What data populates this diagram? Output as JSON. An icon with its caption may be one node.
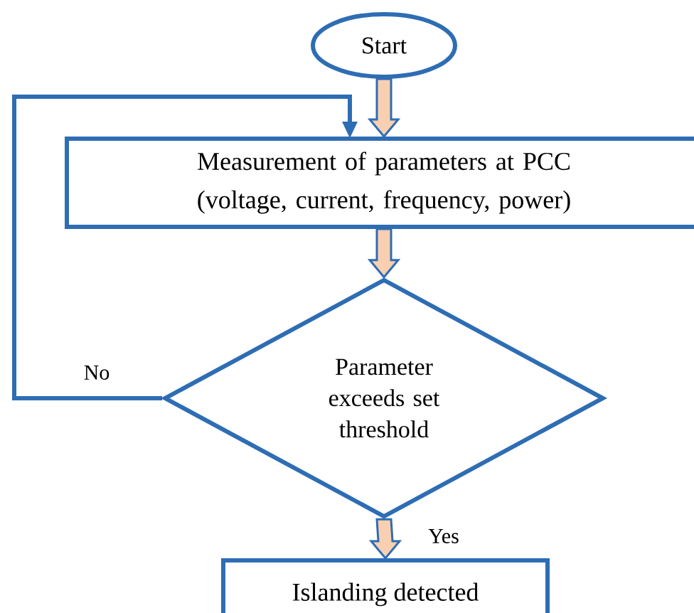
{
  "diagram": {
    "nodes": [
      {
        "text": [
          "Start"
        ]
      },
      {
        "text": [
          "Measurement of parameters at PCC (voltage, current, frequency, power)"
        ]
      },
      {
        "text": [
          "Parameter exceeds set threshold"
        ]
      },
      {
        "text": [
          "Islanding detected"
        ]
      }
    ],
    "edges": [
      {
        "from": 0,
        "to": 1,
        "arrow": "to"
      },
      {
        "from": 1,
        "to": 2,
        "arrow": "to"
      },
      {
        "from": 2,
        "to": 3,
        "arrow": "to",
        "label": "Yes"
      },
      {
        "from": 2,
        "to": 1,
        "arrow": "to",
        "label": "No"
      }
    ]
  }
}
